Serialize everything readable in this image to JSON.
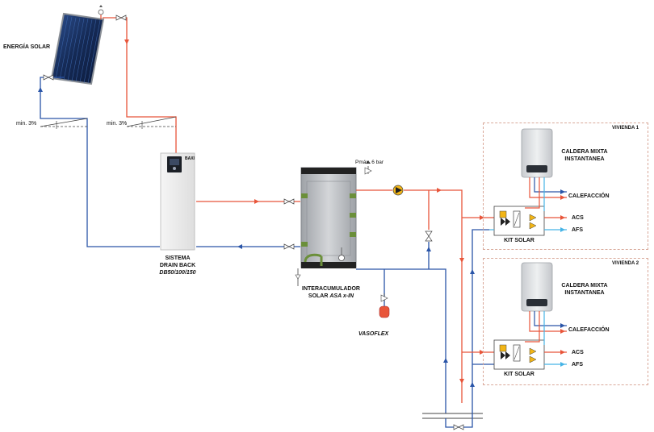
{
  "labels": {
    "energia_solar": "ENERGÍA SOLAR",
    "min_left": "min. 3%",
    "min_right": "min. 3%",
    "sistema_line1": "SISTEMA",
    "sistema_line2": "DRAIN BACK",
    "sistema_line3": "DB50/100/150",
    "pmax": "Pmáx. 6 bar",
    "inter_line1": "INTERACUMULADOR",
    "inter_line2_prefix": "SOLAR ",
    "inter_line2_model": "ASA x-IN",
    "vasoflex": "VASOFLEX",
    "brand": "BAXI"
  },
  "dwellings": [
    {
      "title": "VIVIENDA 1",
      "boiler_line1": "CALDERA MIXTA",
      "boiler_line2": "INSTANTANEA",
      "calefaccion": "CALEFACCIÓN",
      "acs": "ACS",
      "afs": "AFS",
      "kit": "KIT SOLAR"
    },
    {
      "title": "VIVIENDA 2",
      "boiler_line1": "CALDERA MIXTA",
      "boiler_line2": "INSTANTANEA",
      "calefaccion": "CALEFACCIÓN",
      "acs": "ACS",
      "afs": "AFS",
      "kit": "KIT SOLAR"
    }
  ],
  "colors": {
    "hot": "#e8553a",
    "cold": "#2a55a8",
    "light_blue": "#46b4e6",
    "panel": "#1a2f5c",
    "tank": "#b9bcc0",
    "yellow": "#f2b516"
  }
}
